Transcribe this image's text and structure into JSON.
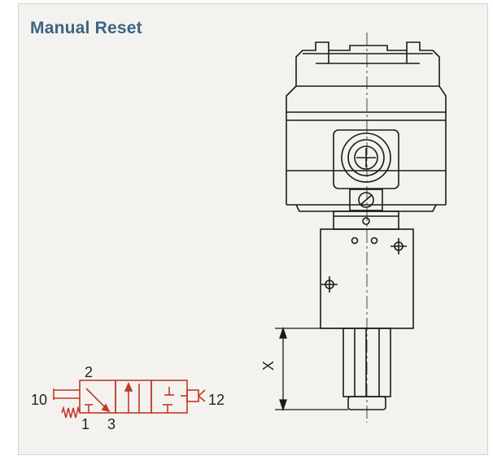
{
  "title": "Manual Reset",
  "dimension_label": "X",
  "symbol": {
    "port_labels": {
      "p2": "2",
      "p10": "10",
      "p12": "12",
      "p1": "1",
      "p3": "3"
    }
  },
  "colors": {
    "title": "#3b6583",
    "symbol": "#c0392b",
    "drawing": "#1a1a1a",
    "background": "#f4f2ee"
  }
}
